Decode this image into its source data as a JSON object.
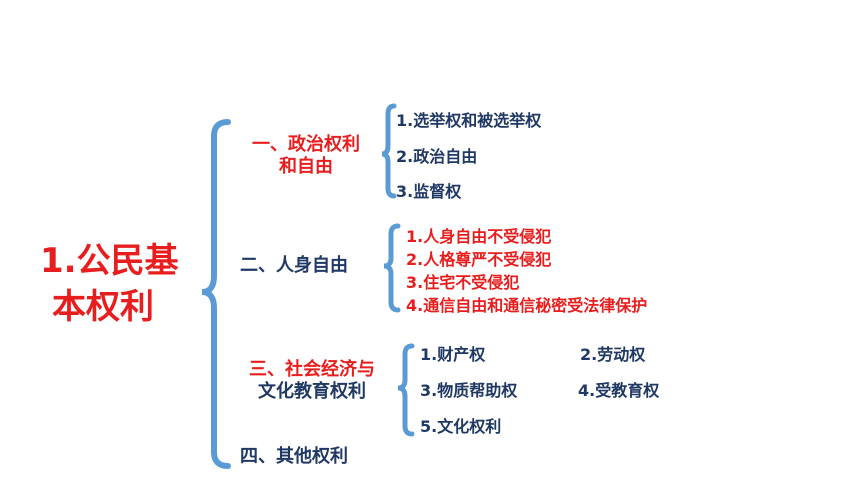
{
  "title": "1.公民基本权利",
  "title_lines": [
    "1.公民基",
    "本权利"
  ],
  "colors": {
    "red": "#e81e1e",
    "navy": "#1f3864",
    "brace": "#5b9bd5"
  },
  "categories": [
    {
      "label_lines": [
        "一、政治权利",
        "和自由"
      ],
      "color": "red",
      "items": [
        "1.选举权和被选举权",
        "2.政治自由",
        "3.监督权"
      ]
    },
    {
      "label_lines": [
        "二、人身自由"
      ],
      "color": "navy",
      "items": [
        "1.人身自由不受侵犯",
        "2.人格尊严不受侵犯",
        "3.住宅不受侵犯",
        "4.通信自由和通信秘密受法律保护"
      ]
    },
    {
      "label_lines": [
        "三、社会经济与",
        "文化教育权利"
      ],
      "color": "mixed",
      "items": [
        "1.财产权",
        "2.劳动权",
        "3.物质帮助权",
        "4.受教育权",
        "5.文化权利"
      ]
    },
    {
      "label_lines": [
        "四、其他权利"
      ],
      "color": "navy",
      "items": []
    }
  ]
}
